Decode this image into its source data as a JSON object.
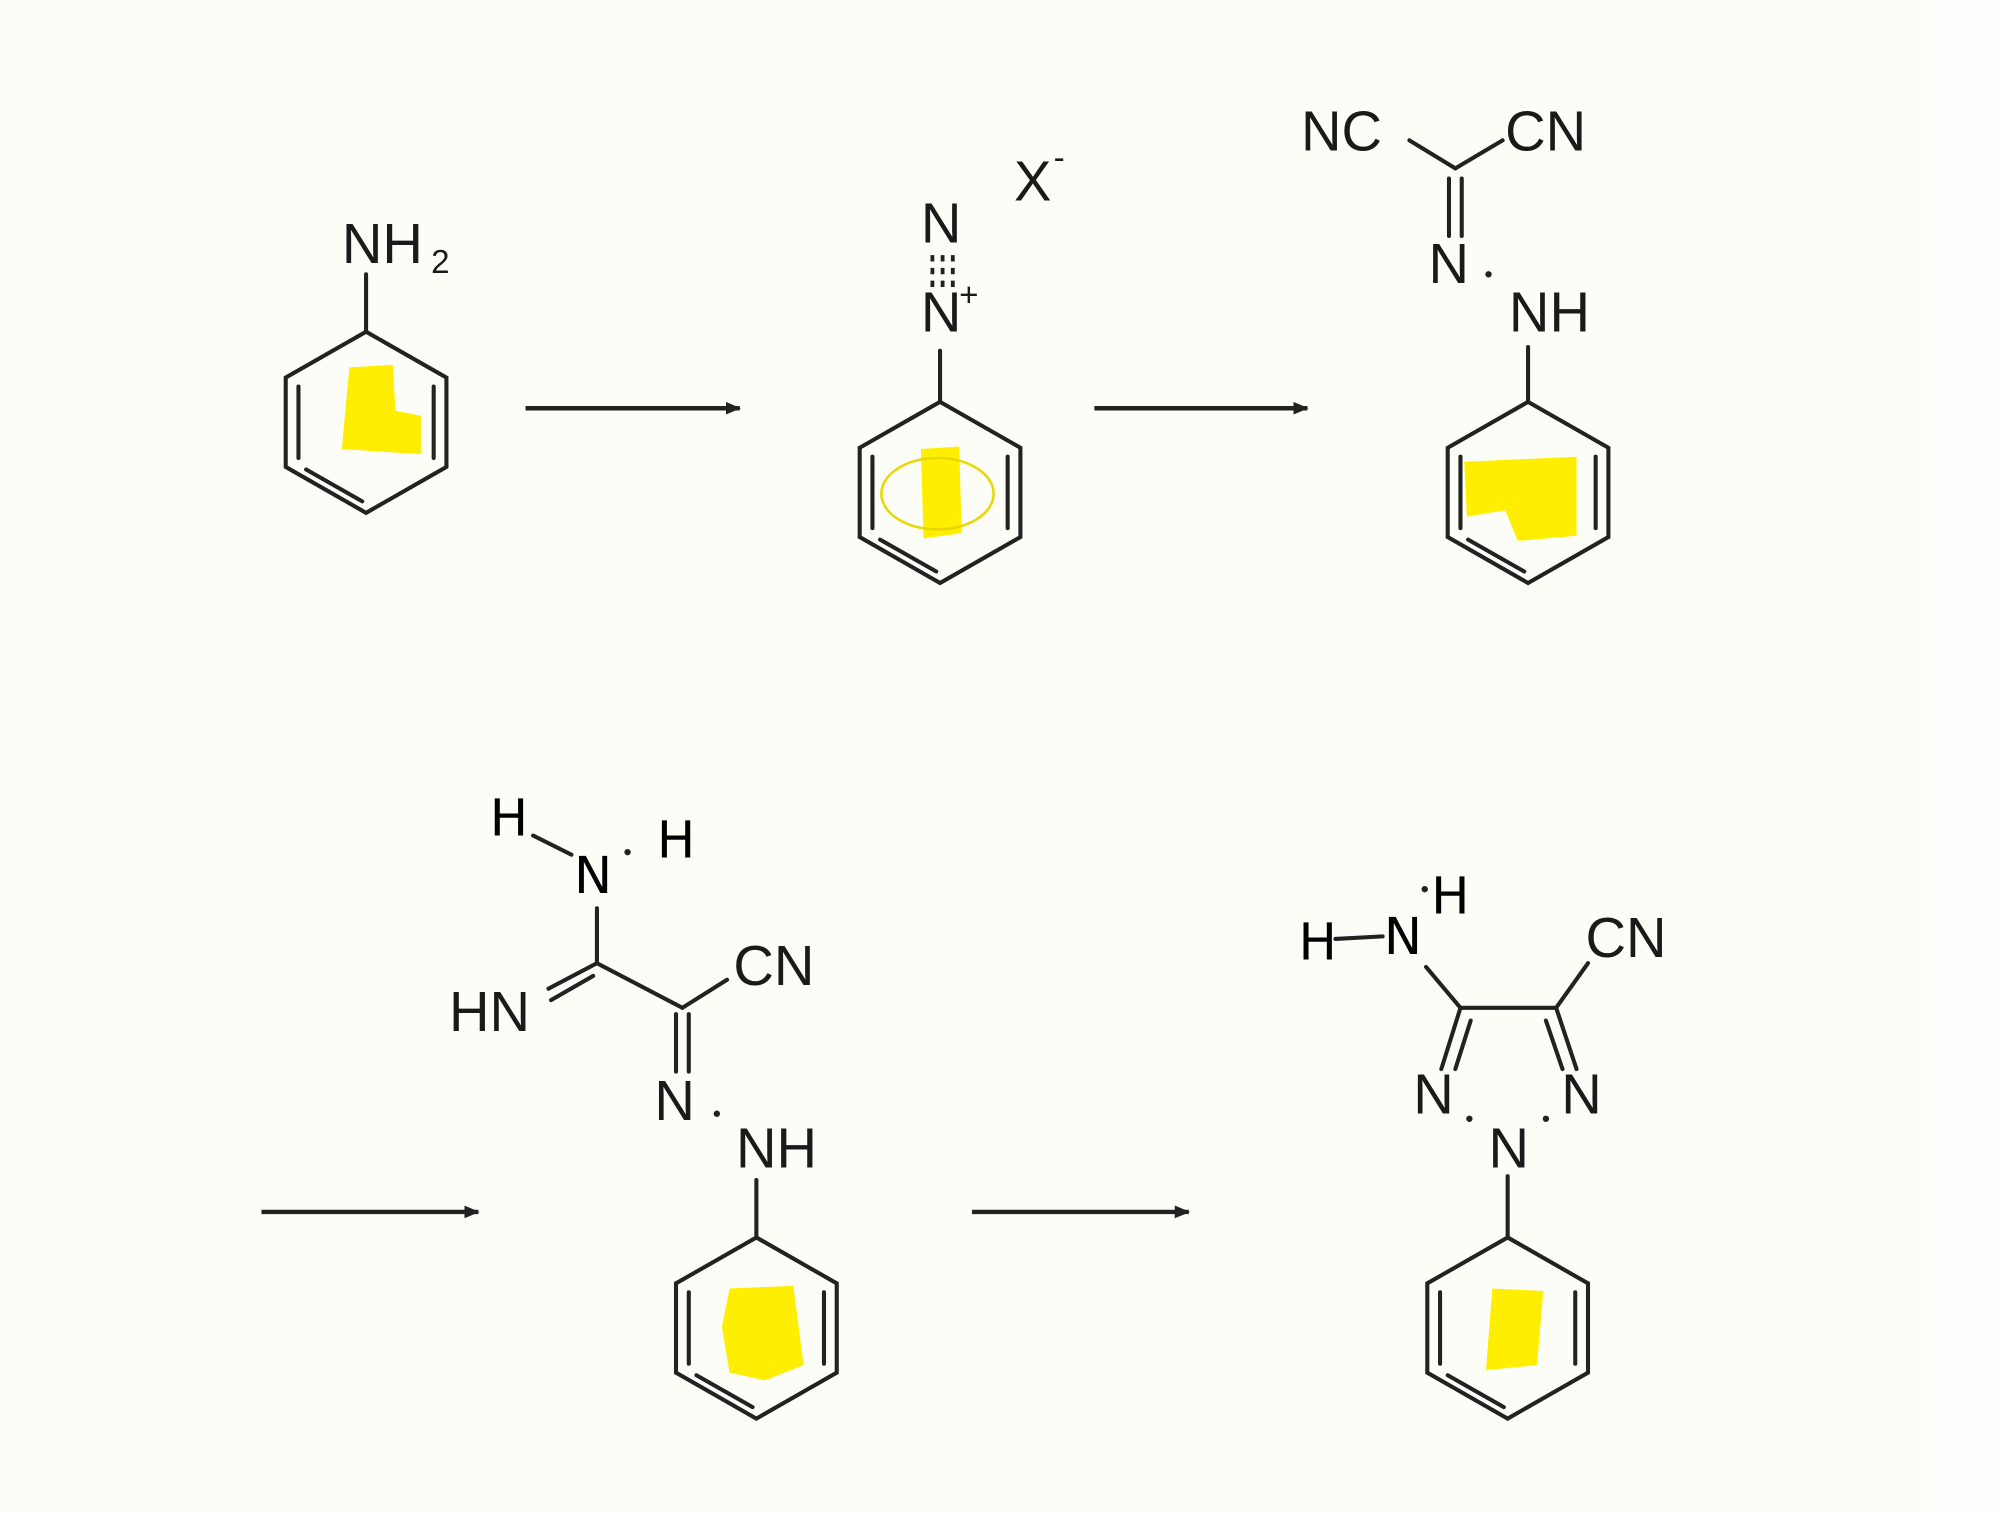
{
  "scheme": {
    "steps": [
      {
        "name": "aniline",
        "labels": {
          "amine": "NH",
          "sub": "2"
        }
      },
      {
        "name": "diazonium-salt",
        "labels": {
          "n_terminal": "N",
          "n_plus": "N",
          "charge": "+",
          "counterion": "X",
          "anion_charge": "-"
        }
      },
      {
        "name": "hydrazono-malononitrile",
        "labels": {
          "nc": "NC",
          "cn": "CN",
          "n": "N",
          "nh": "NH"
        }
      },
      {
        "name": "amidine-hydrazone",
        "labels": {
          "h1": "H",
          "n_amine": "N",
          "h2": "H",
          "imine": "HN",
          "cn": "CN",
          "n": "N",
          "nh": "NH"
        }
      },
      {
        "name": "amino-triazole-carbonitrile",
        "labels": {
          "h1": "H",
          "n_amine": "N",
          "h2": "H",
          "cn": "CN",
          "n1": "N",
          "n3": "N",
          "n2": "N"
        }
      }
    ],
    "colors": {
      "highlight": "#ffee00",
      "ink": "#222222"
    }
  }
}
